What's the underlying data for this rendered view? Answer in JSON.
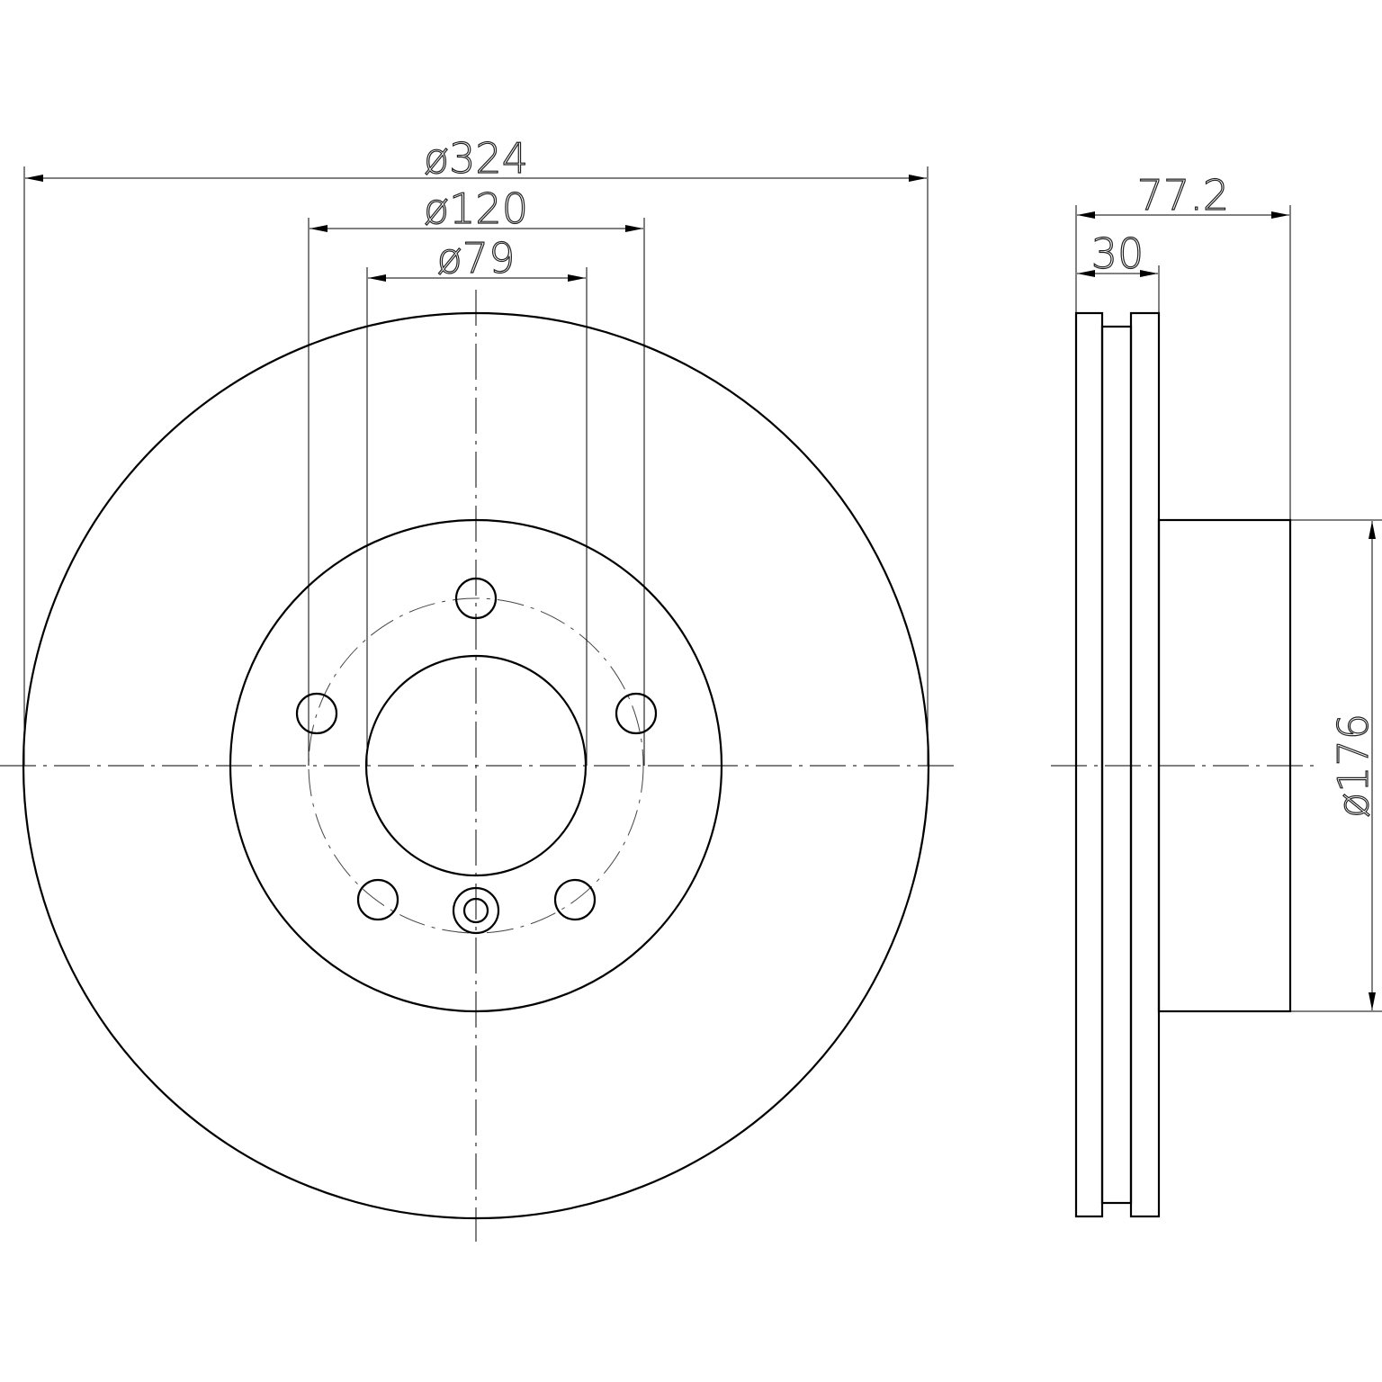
{
  "drawing": {
    "front_view": {
      "outer_diameter_label": "ø324",
      "bolt_circle_label": "ø120",
      "center_bore_label": "ø79",
      "bolt_hole_count": 5
    },
    "side_view": {
      "overall_height_label": "77.2",
      "disc_thickness_label": "30",
      "hat_diameter_label": "ø176"
    }
  }
}
